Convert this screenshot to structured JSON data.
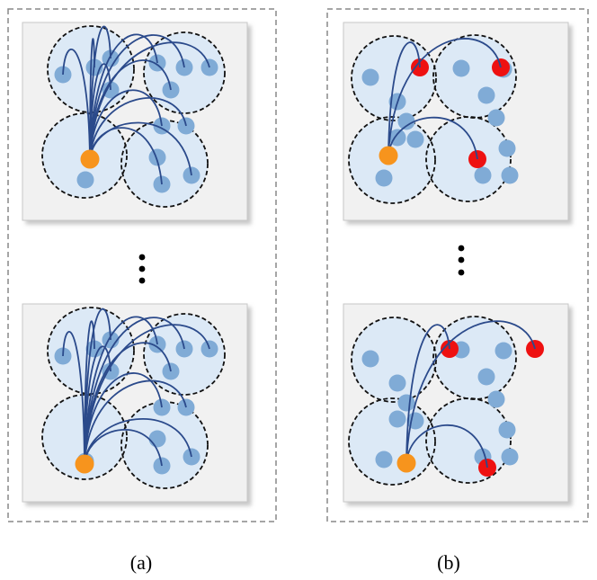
{
  "panels": [
    {
      "id": "a",
      "caption": "(a)",
      "mode": "all-neighbors"
    },
    {
      "id": "b",
      "caption": "(b)",
      "mode": "one-per-cluster"
    }
  ],
  "colors": {
    "frame_dash": "#888888",
    "box_fill": "#f1f1f1",
    "box_stroke": "#c8c8c8",
    "box_shadow": "#9a9a9a",
    "cluster_fill": "#dce9f6",
    "cluster_stroke": "#111111",
    "node": "#80abd6",
    "source_node": "#f7941d",
    "selected_node": "#ee1111",
    "edge": "#2b4a8b",
    "ellipsis": "#000000"
  }
}
